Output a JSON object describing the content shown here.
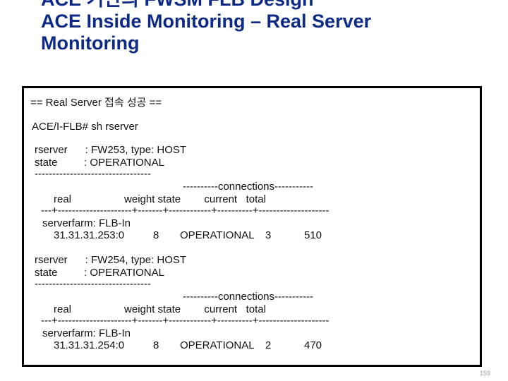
{
  "slide": {
    "title_line1": "ACE 기반의 FWSM FLB Design",
    "title_line2": "ACE Inside Monitoring – Real Server",
    "title_line3": "Monitoring"
  },
  "console": {
    "header": "== Real Server 접속 성공 ==",
    "command": "ACE/I-FLB# sh rserver",
    "blocks": [
      {
        "rserver_line": "rserver      : FW253, type: HOST",
        "state_line": "state         : OPERATIONAL",
        "dashes": "---------------------------------",
        "connections_header": "----------connections-----------",
        "column_header": "real                  weight state        current   total",
        "separator": "---+---------------------+-------+------------+----------+--------------------",
        "serverfarm": "serverfarm: FLB-In",
        "address": "31.31.31.253:0",
        "weight": "8",
        "state": "OPERATIONAL",
        "current": "3",
        "total": "510"
      },
      {
        "rserver_line": "rserver      : FW254, type: HOST",
        "state_line": "state         : OPERATIONAL",
        "dashes": "---------------------------------",
        "connections_header": "----------connections-----------",
        "column_header": "real                  weight state        current   total",
        "separator": "---+---------------------+-------+------------+----------+--------------------",
        "serverfarm": "serverfarm: FLB-In",
        "address": "31.31.31.254:0",
        "weight": "8",
        "state": "OPERATIONAL",
        "current": "2",
        "total": "470"
      }
    ]
  },
  "page_number": "159"
}
